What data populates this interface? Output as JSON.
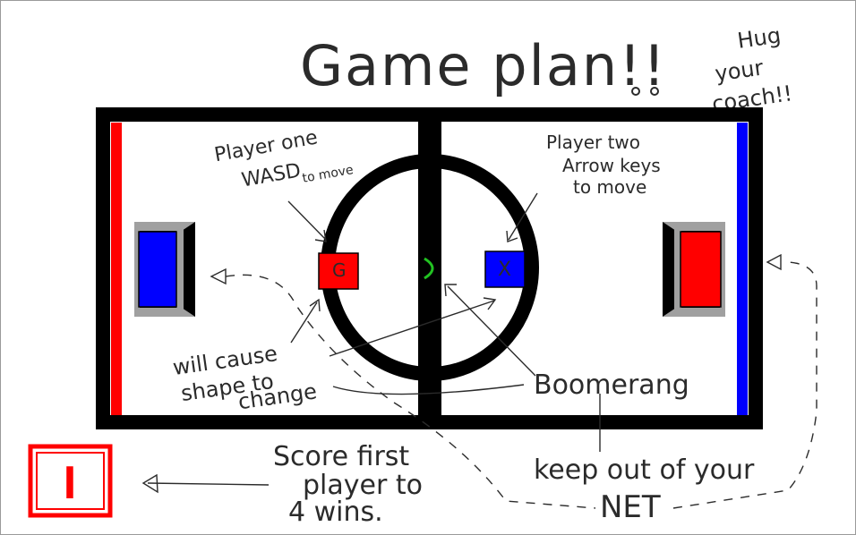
{
  "title": "Game plan!!",
  "note_coach": [
    "Hug",
    "your",
    "coach!!"
  ],
  "player_one": {
    "line1": "Player one",
    "line2": "WASD",
    "line3": "to move",
    "glyph": "G"
  },
  "player_two": {
    "line1": "Player two",
    "line2": "Arrow keys",
    "line3": "to move",
    "glyph": "X"
  },
  "shape_note": [
    "will cause",
    "shape to",
    "change"
  ],
  "boomerang_label": "Boomerang",
  "score_note": [
    "Score first",
    "player to",
    "4 wins."
  ],
  "net_note": [
    "keep out of your",
    "NET"
  ],
  "score_display": "I",
  "colors": {
    "field_border": "#000000",
    "team_red": "#ff0000",
    "team_blue": "#0000ff",
    "goal_frame": "#a0a0a0",
    "boomerang": "#22c222",
    "ink": "#2b2b2b"
  }
}
